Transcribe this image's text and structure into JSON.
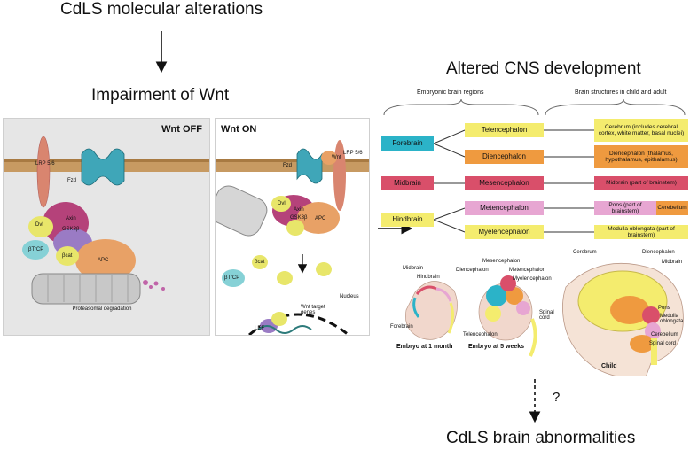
{
  "flow": {
    "top": "CdLS molecular alterations",
    "middle": "Impairment of Wnt",
    "right_title": "Altered CNS development",
    "bottom": "CdLS brain abnormalities",
    "question": "?"
  },
  "wnt_off": {
    "title": "Wnt OFF",
    "labels": {
      "lrp": "LRP 5/6",
      "fzd": "Fzd",
      "dvl": "Dvl",
      "axin": "Axin",
      "gsk": "GSK3β",
      "apc": "APC",
      "btrcp": "βTrCP",
      "bcat": "βcat",
      "proteasome": "Proteasomal degradation"
    }
  },
  "wnt_on": {
    "title": "Wnt ON",
    "labels": {
      "wnt": "Wnt",
      "fzd": "Fzd",
      "lrp": "LRP 5/6",
      "dvl": "Dvl",
      "axin": "Axin",
      "gsk": "GSK3β",
      "apc": "APC",
      "btrcp": "βTrCP",
      "bcat": "βcat",
      "nucleus": "Nucleus",
      "lef": "LEF",
      "targets": "Wnt target genes"
    }
  },
  "regions": {
    "header_left": "Embryonic brain regions",
    "header_right": "Brain structures in child and adult",
    "colors": {
      "forebrain": "#2bb3c8",
      "midbrain": "#d94f6a",
      "hindbrain": "#f4ec6e",
      "telencephalon": "#f4ec6e",
      "diencephalon": "#ef9a3f",
      "mesencephalon": "#d94f6a",
      "metencephalon": "#e7a6d2",
      "myelencephalon": "#f4ec6e",
      "cerebellum": "#ef9a3f"
    },
    "primary": {
      "forebrain": "Forebrain",
      "midbrain": "Midbrain",
      "hindbrain": "Hindbrain"
    },
    "secondary": {
      "telencephalon": "Telencephalon",
      "diencephalon": "Diencephalon",
      "mesencephalon": "Mesencephalon",
      "metencephalon": "Metencephalon",
      "myelencephalon": "Myelencephalon"
    },
    "structures": {
      "cerebrum": "Cerebrum (includes cerebral cortex, white matter, basal nuclei)",
      "diencephalon": "Diencephalon (thalamus, hypothalamus, epithalamus)",
      "midbrain": "Midbrain (part of brainstem)",
      "pons": "Pons (part of brainstem)",
      "cerebellum": "Cerebellum",
      "medulla": "Medulla oblongata (part of brainstem)"
    }
  },
  "illustration": {
    "month": {
      "caption": "Embryo at 1 month",
      "midbrain": "Midbrain",
      "hindbrain": "Hindbrain",
      "forebrain": "Forebrain"
    },
    "weeks": {
      "caption": "Embryo at 5 weeks",
      "mesencephalon": "Mesencephalon",
      "diencephalon": "Diencephalon",
      "metencephalon": "Metencephalon",
      "myelencephalon": "Myelencephalon",
      "spinal": "Spinal cord",
      "telencephalon": "Telencephalon"
    },
    "child": {
      "caption": "Child",
      "cerebrum": "Cerebrum",
      "diencephalon": "Diencephalon",
      "midbrain": "Midbrain",
      "pons": "Pons",
      "medulla": "Medulla oblongata",
      "cerebellum": "Cerebellum",
      "spinal": "Spinal cord"
    }
  }
}
